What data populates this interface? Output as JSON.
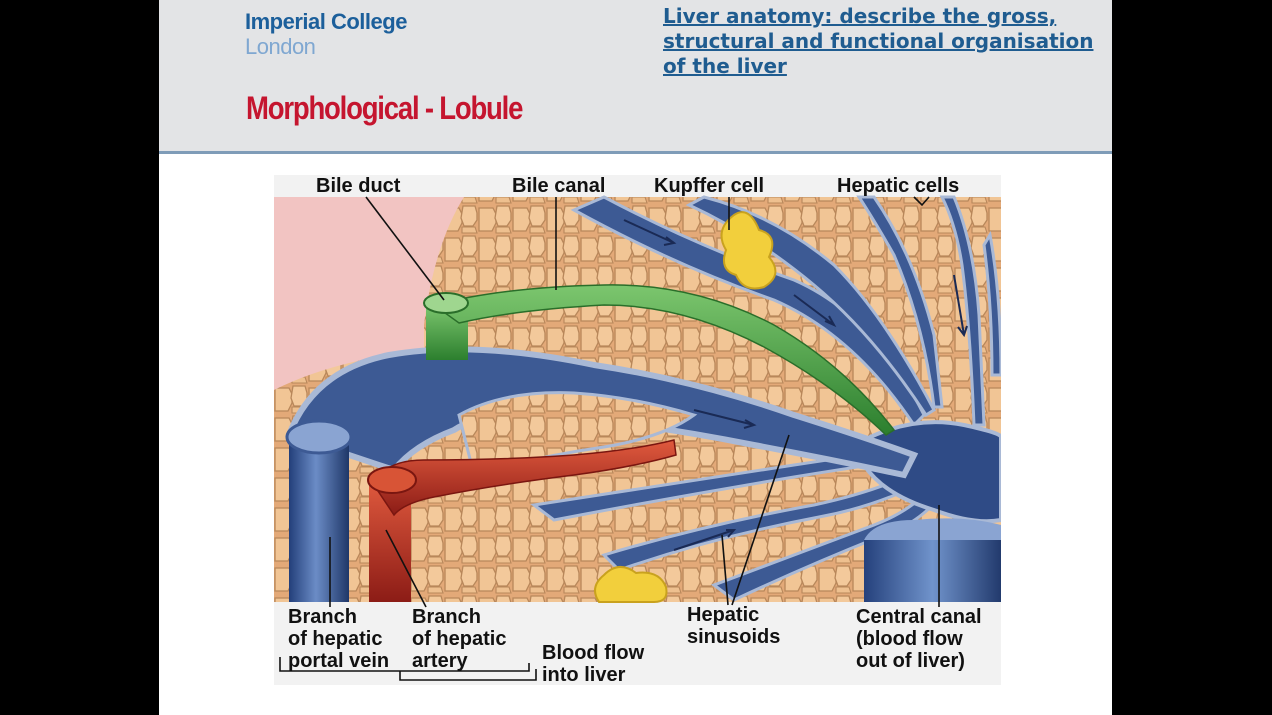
{
  "header": {
    "logo_line1": "Imperial College",
    "logo_line2": "London",
    "title_line1": "Liver anatomy: describe the gross,",
    "title_line2": "structural and functional organisation",
    "title_line3": "of the liver ",
    "subtitle": "Morphological - Lobule"
  },
  "figure": {
    "labels": {
      "bile_duct": "Bile duct",
      "bile_canal": "Bile canal",
      "kupffer_cell": "Kupffer cell",
      "hepatic_cells": "Hepatic cells",
      "portal_1": "Branch",
      "portal_2": "of hepatic",
      "portal_3": "portal vein",
      "artery_1": "Branch",
      "artery_2": "of hepatic",
      "artery_3": "artery",
      "flow_in_1": "Blood flow",
      "flow_in_2": "into liver",
      "sinusoids_1": "Hepatic",
      "sinusoids_2": "sinusoids",
      "central_1": "Central canal",
      "central_2": "(blood flow",
      "central_3": "out of liver)"
    },
    "colors": {
      "hepatocyte": "#e9b886",
      "hepatocyte_edge": "#b8875a",
      "vessel_blue": "#3d5a94",
      "vessel_light": "#a9b9d6",
      "bile_green": "#3e9e3c",
      "artery_red": "#b8281e",
      "kupffer_yellow": "#f2cf3c",
      "tissue_pink": "#f2c4c2"
    }
  }
}
